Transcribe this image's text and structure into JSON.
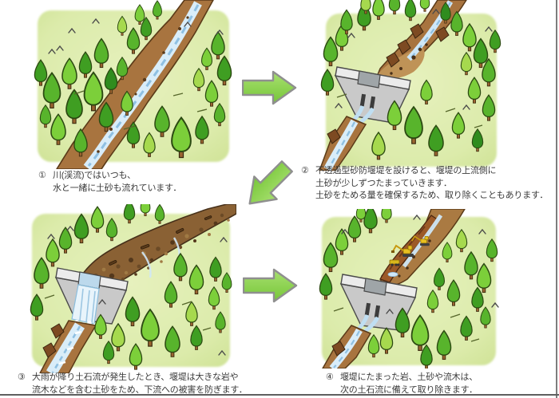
{
  "figure": {
    "kind": "sabo-dam-process-infographic",
    "background": "#ffffff",
    "border_color": "#7d7d7d"
  },
  "panels": [
    {
      "number": "①",
      "scene": "forest-mountain-stream",
      "lines": [
        "川(渓流)ではいつも、",
        "水と一緒に土砂も流れています．"
      ]
    },
    {
      "number": "②",
      "scene": "impermeable-sabo-dam-trapping-sediment",
      "lines": [
        "不透過型砂防堰堤を設けると、堰堤の上流側に",
        "土砂が少しずつたまっていきます．",
        "土砂をためる量を確保するため、取り除くこともあります．"
      ]
    },
    {
      "number": "③",
      "scene": "sabo-dam-catching-debris-flow",
      "lines": [
        "大雨が降り土石流が発生したとき、堰堤は大きな岩や",
        "流木などを含む土砂をため、下流への被害を防ぎます．"
      ]
    },
    {
      "number": "④",
      "scene": "machines-removing-trapped-sediment",
      "lines": [
        "堰堤にたまった岩、土砂や流木は、",
        "次の土石流に備えて取り除きます．"
      ]
    }
  ],
  "arrows": [
    {
      "icon": "arrow-right-icon",
      "direction": "right"
    },
    {
      "icon": "arrow-down-left-icon",
      "direction": "down-left"
    },
    {
      "icon": "arrow-right-icon",
      "direction": "right"
    }
  ],
  "colors": {
    "panel_bg_center": "#e6f1bd",
    "panel_bg_edge": "#cfe296",
    "arrow_fill_light": "#a8e070",
    "arrow_fill_dark": "#76c638",
    "arrow_stroke": "#8f8f8f",
    "channel_brown": "#a8743f",
    "stream_blue": "#d9edf9",
    "dam_gray": "#c9c9c9",
    "debris_brown": "#8a6134",
    "excavator_yellow": "#e8c020",
    "tree_greens": [
      "#7ccf3a",
      "#58b42c",
      "#3f9e22",
      "#a6d94e",
      "#2f8c1e"
    ],
    "text": "#3a3a3a"
  }
}
